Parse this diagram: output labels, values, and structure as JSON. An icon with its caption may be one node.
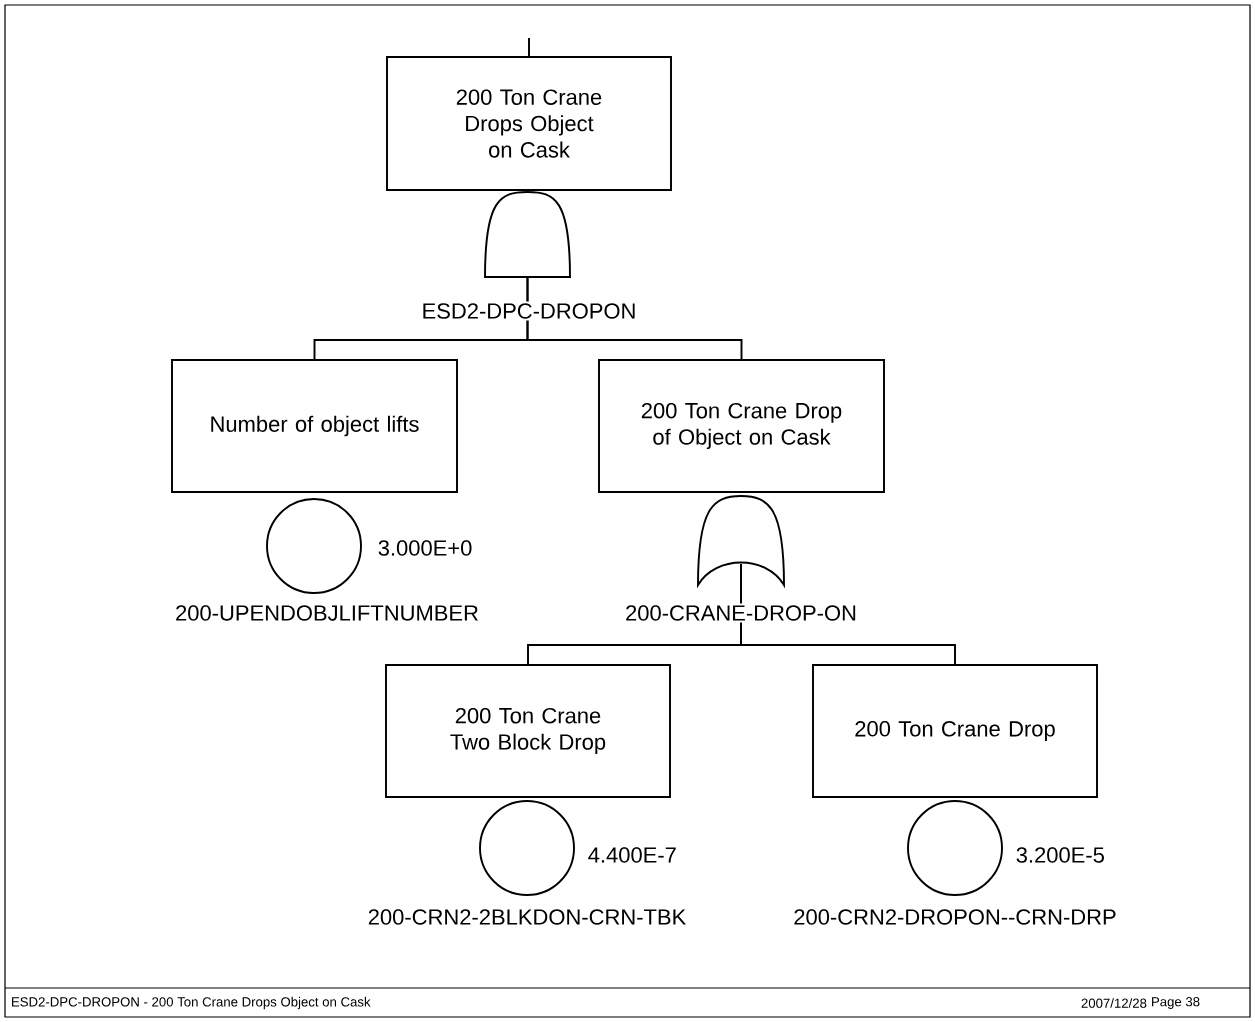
{
  "diagram": {
    "nodes": [
      {
        "text": [
          "200 Ton Crane Drops Object on Cask"
        ]
      },
      {
        "text": [],
        "shape": "and-gate",
        "beside": [
          "ESD2-DPC-DROPON"
        ]
      },
      {
        "text": [
          "Number of object lifts"
        ]
      },
      {
        "text": [
          "200 Ton Crane Drop of Object on Cask"
        ]
      },
      {
        "text": [],
        "shape": "circle",
        "beside": [
          "3.000E+0",
          "200-UPENDOBJLIFTNUMBER"
        ]
      },
      {
        "text": [],
        "shape": "or-gate",
        "beside": [
          "200-CRANE-DROP-ON"
        ]
      },
      {
        "text": [
          "200 Ton Crane Two Block Drop"
        ]
      },
      {
        "text": [
          "200 Ton Crane Drop"
        ]
      },
      {
        "text": [],
        "shape": "circle",
        "beside": [
          "4.400E-7",
          "200-CRN2-2BLKDON-CRN-TBK"
        ]
      },
      {
        "text": [],
        "shape": "circle",
        "beside": [
          "3.200E-5",
          "200-CRN2-DROPON--CRN-DRP"
        ]
      }
    ],
    "edges": [
      {
        "from": null,
        "to": 0,
        "arrow": "none"
      },
      {
        "from": 1,
        "to": 2,
        "arrow": "none"
      },
      {
        "from": 1,
        "to": 3,
        "arrow": "none"
      },
      {
        "from": 5,
        "to": 6,
        "arrow": "none"
      },
      {
        "from": 5,
        "to": 7,
        "arrow": "none"
      }
    ],
    "labels": [
      "ESD2-DPC-DROPON - 200 Ton Crane Drops Object on Cask",
      "2007/12/28",
      "Page 38"
    ]
  }
}
